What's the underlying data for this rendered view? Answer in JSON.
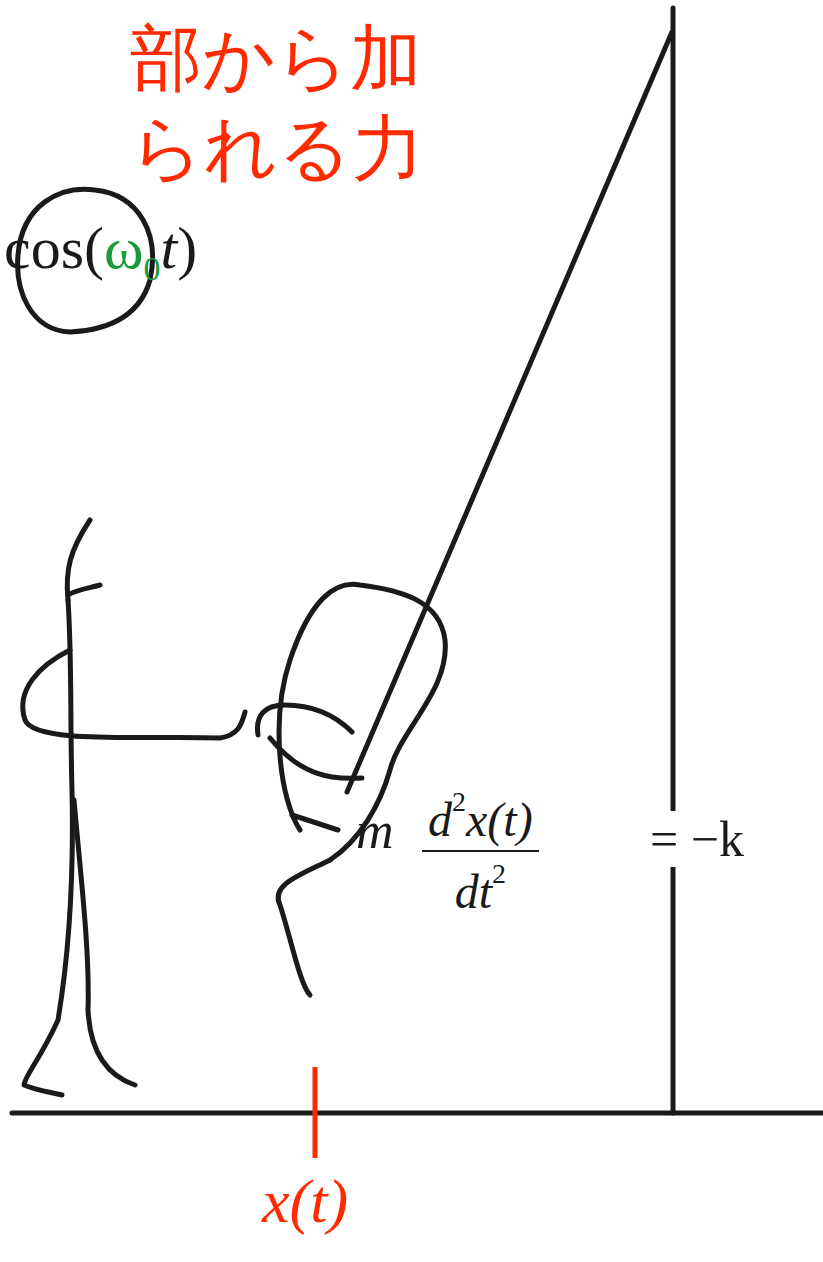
{
  "diagram": {
    "labels": [
      "部から加",
      "られる力",
      "cos(",
      "ω",
      "0",
      "t",
      ")",
      "m",
      "d",
      "2",
      "x(t)",
      "dt",
      "2",
      "= −k",
      "x(t)"
    ]
  }
}
